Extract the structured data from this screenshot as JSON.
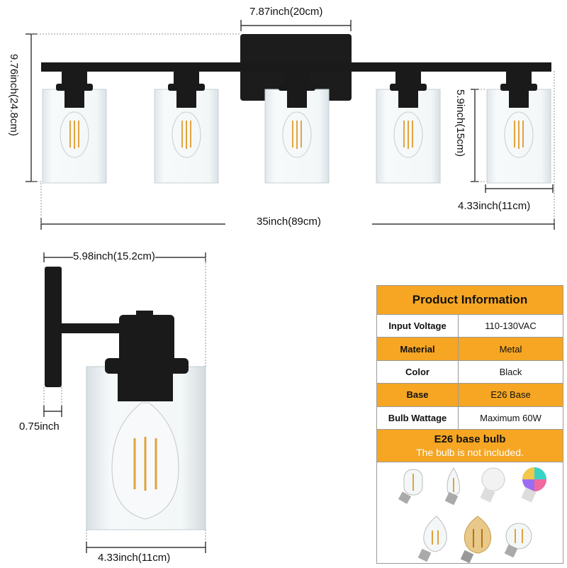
{
  "dimensions": {
    "backplate_width": "7.87inch(20cm)",
    "overall_height": "9.76inch(24.8cm)",
    "shade_height": "5.9inch(15cm)",
    "shade_width_top": "4.33inch(11cm)",
    "overall_length": "35inch(89cm)",
    "extension": "5.98inch(15.2cm)",
    "backplate_depth": "0.75inch",
    "shade_width_side": "4.33inch(11cm)"
  },
  "product_info": {
    "title": "Product Information",
    "rows": [
      {
        "key": "Input Voltage",
        "value": "110-130VAC"
      },
      {
        "key": "Material",
        "value": "Metal"
      },
      {
        "key": "Color",
        "value": "Black"
      },
      {
        "key": "Base",
        "value": "E26 Base"
      },
      {
        "key": "Bulb Wattage",
        "value": "Maximum 60W"
      }
    ]
  },
  "bulb_section": {
    "title": "E26 base bulb",
    "note": "The bulb is not included."
  },
  "colors": {
    "accent": "#f6a623",
    "fixture": "#1a1a1a",
    "glass": "#eef3f5"
  },
  "icons": [
    "vanity-fixture-front",
    "vanity-fixture-side",
    "led-bulb",
    "candle-bulb",
    "a19-bulb",
    "rgb-smart-bulb",
    "edison-bulb"
  ]
}
